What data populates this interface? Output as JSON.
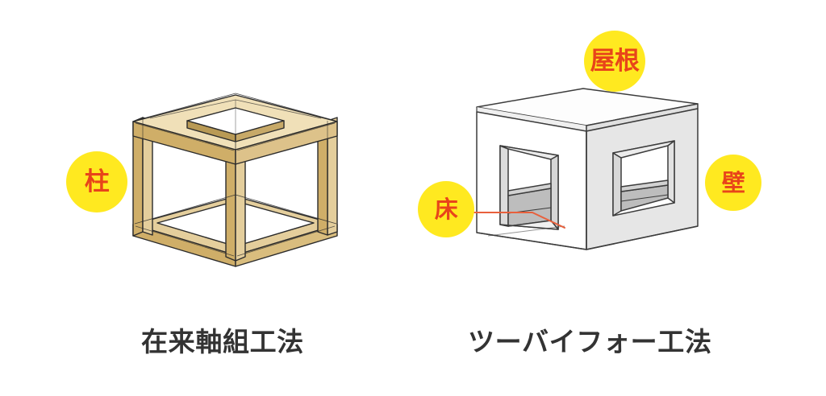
{
  "figure": {
    "title_hidden": "",
    "background_color": "#ffffff",
    "badge_fill": "#ffe920",
    "badge_text_color": "#e8441a",
    "caption_color": "#333333",
    "wood_fill": "#d9bd7e",
    "wood_fill_light": "#e4ce9c",
    "wood_fill_dark": "#c8a862",
    "wood_stroke": "#2b2b2b",
    "panel_white": "#ffffff",
    "panel_light": "#f2f2f2",
    "panel_gray": "#e3e3e3",
    "floor_gray": "#bdbdbd",
    "floor_gray_dark": "#a8a8a8",
    "panel_stroke": "#3c3c3c",
    "leader_color": "#e8603c"
  },
  "panels": [
    {
      "id": "post-and-beam",
      "caption": "在来軸組工法",
      "caption_romaji_hidden": "",
      "badges": [
        {
          "id": "pillar",
          "label": "柱",
          "meaning_hidden": ""
        }
      ]
    },
    {
      "id": "two-by-four",
      "caption": "ツーバイフォー工法",
      "caption_romaji_hidden": "",
      "badges": [
        {
          "id": "roof",
          "label": "屋根"
        },
        {
          "id": "floor",
          "label": "床"
        },
        {
          "id": "wall",
          "label": "壁"
        }
      ]
    }
  ],
  "labels": {
    "pillar": "柱",
    "roof": "屋根",
    "floor": "床",
    "wall": "壁",
    "caption_left": "在来軸組工法",
    "caption_right": "ツーバイフォー工法"
  }
}
